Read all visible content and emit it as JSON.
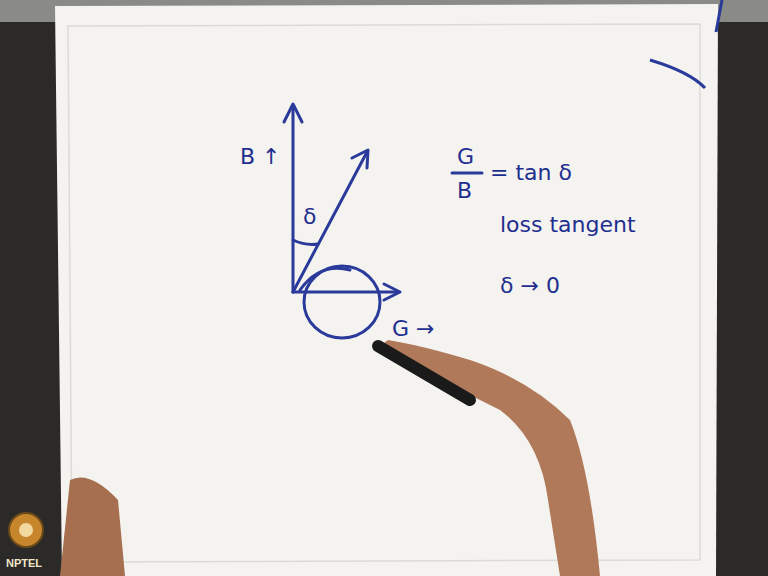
{
  "diagram": {
    "labels": [
      "B ↑",
      "δ",
      "G",
      "B",
      "= tan δ",
      "loss tangent",
      "δ → 0",
      "G →",
      "NPTEL"
    ]
  }
}
